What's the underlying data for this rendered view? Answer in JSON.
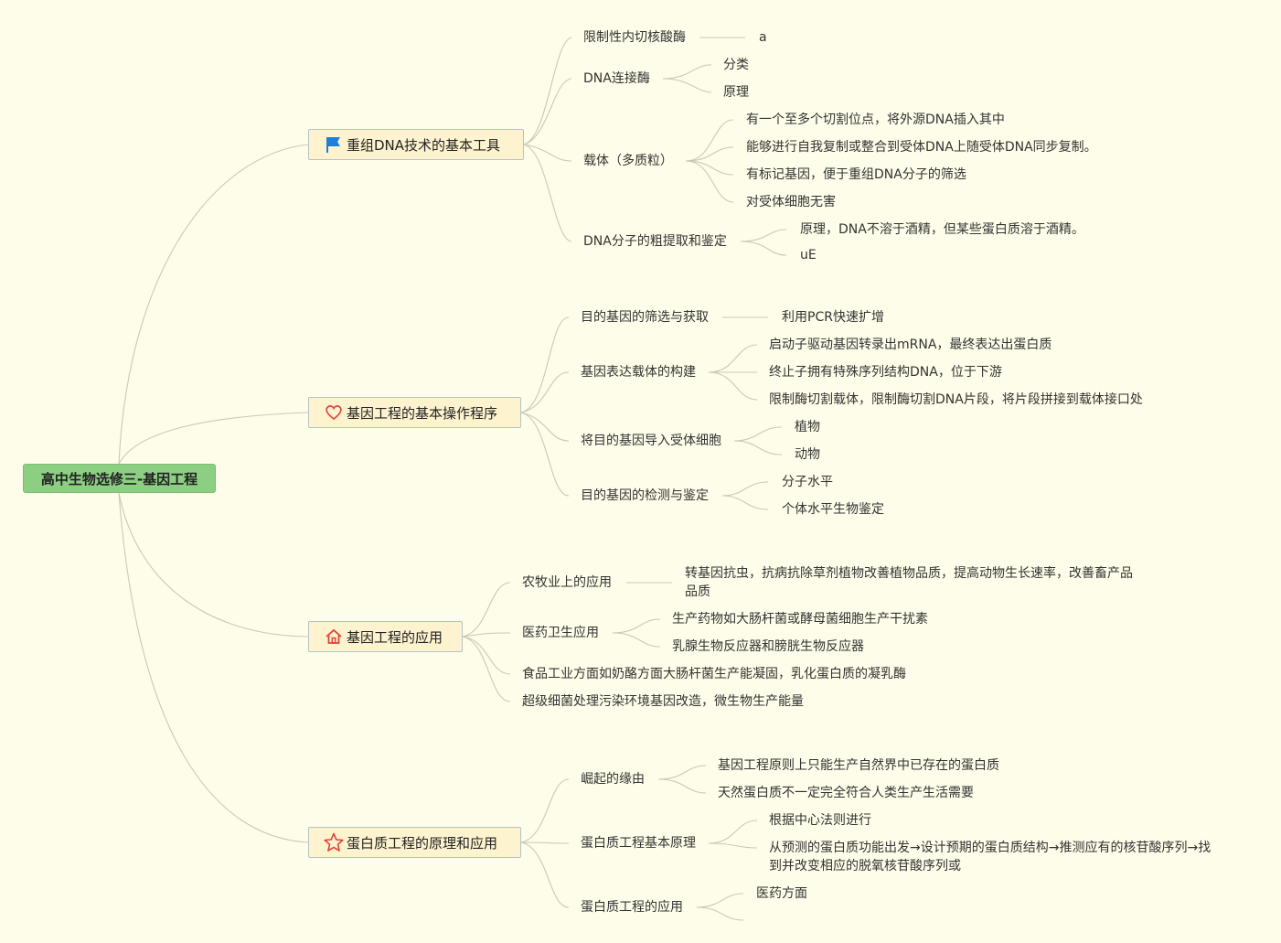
{
  "root": {
    "label": "高中生物选修三-基因工程"
  },
  "branches": [
    {
      "label": "重组DNA技术的基本工具",
      "icon": "flag-icon",
      "children": [
        {
          "label": "限制性内切核酸酶",
          "children": [
            "a"
          ]
        },
        {
          "label": "DNA连接酶",
          "children": [
            "分类",
            "原理"
          ]
        },
        {
          "label": "载体（多质粒）",
          "children": [
            "有一个至多个切割位点，将外源DNA插入其中",
            "能够进行自我复制或整合到受体DNA上随受体DNA同步复制。",
            "有标记基因，便于重组DNA分子的筛选",
            "对受体细胞无害"
          ]
        },
        {
          "label": "DNA分子的粗提取和鉴定",
          "children": [
            "原理，DNA不溶于酒精，但某些蛋白质溶于酒精。",
            "uE"
          ]
        }
      ]
    },
    {
      "label": "基因工程的基本操作程序",
      "icon": "heart-icon",
      "children": [
        {
          "label": "目的基因的筛选与获取",
          "children": [
            "利用PCR快速扩增"
          ]
        },
        {
          "label": "基因表达载体的构建",
          "children": [
            "启动子驱动基因转录出mRNA，最终表达出蛋白质",
            "终止子拥有特殊序列结构DNA，位于下游",
            "限制酶切割载体，限制酶切割DNA片段，将片段拼接到载体接口处"
          ]
        },
        {
          "label": "将目的基因导入受体细胞",
          "children": [
            "植物",
            "动物"
          ]
        },
        {
          "label": "目的基因的检测与鉴定",
          "children": [
            "分子水平",
            "个体水平生物鉴定"
          ]
        }
      ]
    },
    {
      "label": "基因工程的应用",
      "icon": "home-icon",
      "children": [
        {
          "label": "农牧业上的应用",
          "children": [
            "转基因抗虫，抗病抗除草剂植物改善植物品质，提高动物生长速率，改善畜产品品质"
          ]
        },
        {
          "label": "医药卫生应用",
          "children": [
            "生产药物如大肠杆菌或酵母菌细胞生产干扰素",
            "乳腺生物反应器和膀胱生物反应器"
          ]
        },
        {
          "label": "食品工业方面如奶酪方面大肠杆菌生产能凝固，乳化蛋白质的凝乳酶",
          "children": []
        },
        {
          "label": "超级细菌处理污染环境基因改造，微生物生产能量",
          "children": []
        }
      ]
    },
    {
      "label": "蛋白质工程的原理和应用",
      "icon": "star-icon",
      "children": [
        {
          "label": "崛起的缘由",
          "children": [
            "基因工程原则上只能生产自然界中已存在的蛋白质",
            "天然蛋白质不一定完全符合人类生产生活需要"
          ]
        },
        {
          "label": "蛋白质工程基本原理",
          "children": [
            "根据中心法则进行",
            "从预测的蛋白质功能出发→设计预期的蛋白质结构→推测应有的核苷酸序列→找到并改变相应的脱氧核苷酸序列或"
          ]
        },
        {
          "label": "蛋白质工程的应用",
          "children": [
            "医药方面",
            ""
          ]
        }
      ]
    }
  ],
  "colors": {
    "background": "#fdfde9",
    "root_fill": "#8ccf82",
    "branch_fill": "#fdf3cf",
    "line": "#c8c8b8",
    "flag": "#1e7fd8",
    "heart": "#e0443a",
    "home": "#e0443a",
    "star": "#e0443a"
  }
}
